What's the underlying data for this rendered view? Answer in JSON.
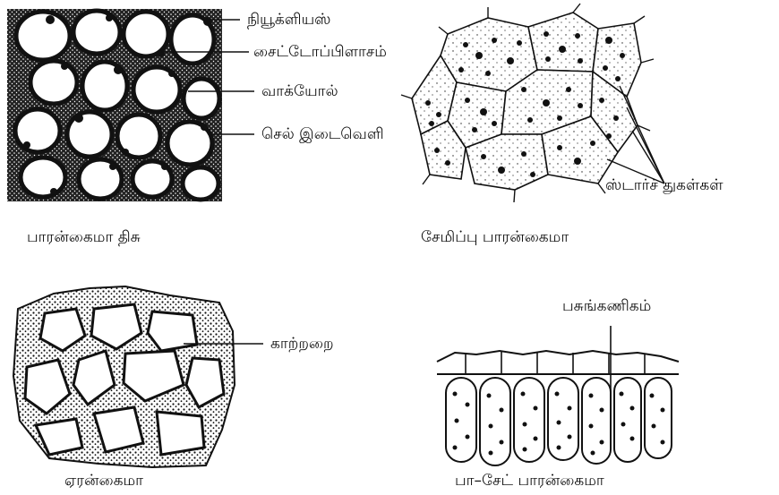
{
  "panels": {
    "parenchyma": {
      "caption": "பாரன்கைமா திசு",
      "labels": {
        "nucleus": "நியூக்ளியஸ்",
        "cytoplasm": "சைட்டோப்பிளாசம்",
        "vacuole": "வாக்யோல்",
        "intercellular_space": "செல் இடைவெளி"
      }
    },
    "storage": {
      "caption": "சேமிப்பு பாரன்கைமா",
      "labels": {
        "starch": "ஸ்டார்ச் துகள்கள்"
      }
    },
    "aerenchyma": {
      "caption": "ஏரன்கைமா",
      "labels": {
        "air_cavity": "காற்றறை"
      }
    },
    "palisade": {
      "caption": "பா–சேட் பாரன்கைமா",
      "labels": {
        "chloroplast": "பசுங்கணிகம்"
      }
    }
  }
}
